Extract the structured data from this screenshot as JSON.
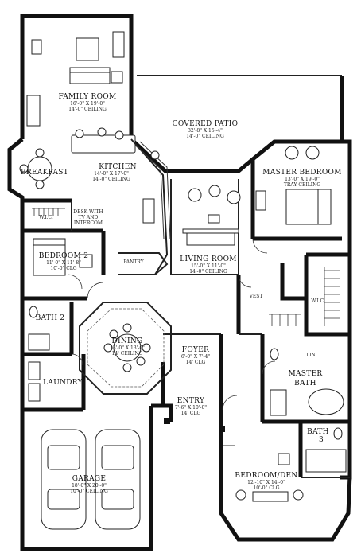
{
  "plan": {
    "rooms": {
      "family_room": {
        "name": "FAMILY ROOM",
        "dims": "16'-0\" X 19'-0\"",
        "ceiling": "14'-0\" CEILING"
      },
      "covered_patio": {
        "name": "COVERED PATIO",
        "dims": "32'-8\" X 15'-4\"",
        "ceiling": "14'-0\" CEILING"
      },
      "kitchen": {
        "name": "KITCHEN",
        "dims": "14'-0\" X 17'-0\"",
        "ceiling": "14'-0\" CEILING"
      },
      "breakfast": {
        "name": "BREAKFAST"
      },
      "master_bedroom": {
        "name": "MASTER BEDROOM",
        "dims": "13'-0\" X 19'-0\"",
        "ceiling": "TRAY CEILING"
      },
      "wic_left": {
        "name": "W.I.C."
      },
      "desk": {
        "name": "DESK WITH",
        "sub1": "TV AND",
        "sub2": "INTERCOM"
      },
      "bedroom2": {
        "name": "BEDROOM 2",
        "dims": "11'-0\" X 11'-8\"",
        "ceiling": "10'-0\" CLG"
      },
      "pantry": {
        "name": "PANTRY"
      },
      "living_room": {
        "name": "LIVING ROOM",
        "dims": "15'-0\" X 11'-0\"",
        "ceiling": "14'-0\" CEILING"
      },
      "vest": {
        "name": "VEST"
      },
      "wic_right": {
        "name": "W.I.C."
      },
      "bath2": {
        "name": "BATH 2"
      },
      "dining": {
        "name": "DINING",
        "dims": "13'-0\" X 13'-0\"",
        "ceiling": "14' CEILING"
      },
      "foyer": {
        "name": "FOYER",
        "dims": "6'-0\" X 7'-4\"",
        "ceiling": "14' CLG"
      },
      "lin": {
        "name": "LIN"
      },
      "master_bath": {
        "name": "MASTER",
        "name2": "BATH"
      },
      "laundry": {
        "name": "LAUNDRY"
      },
      "entry": {
        "name": "ENTRY",
        "dims": "7'-6\" X 10'-0\"",
        "ceiling": "14' CLG"
      },
      "bath3": {
        "name": "BATH",
        "name2": "3"
      },
      "garage": {
        "name": "GARAGE",
        "dims": "18'-0\" X 20'-0\"",
        "ceiling": "10'-0\" CEILING"
      },
      "bedroom_den": {
        "name": "BEDROOM/DEN",
        "dims": "12'-10\" X 14'-0\"",
        "ceiling": "10'-0\" CLG"
      }
    }
  }
}
